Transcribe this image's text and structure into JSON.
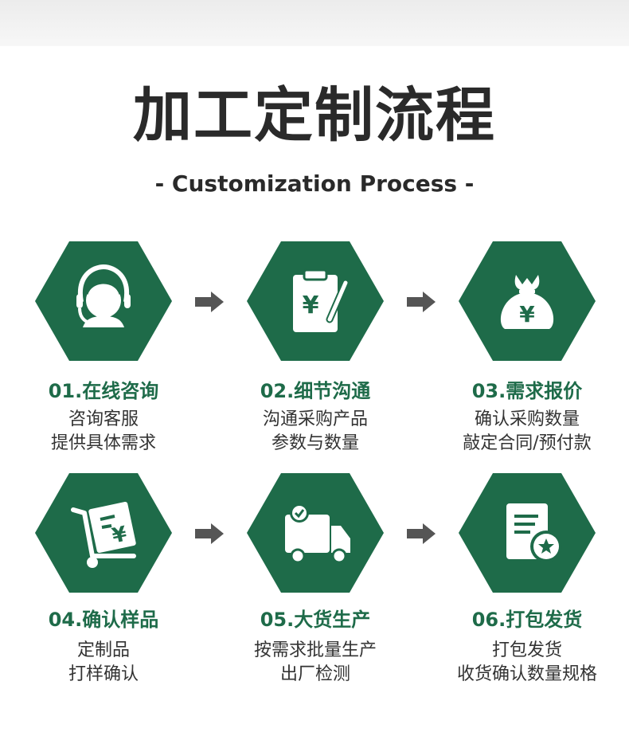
{
  "page": {
    "title": "加工定制流程",
    "subtitle": "- Customization Process -"
  },
  "colors": {
    "hex_green": "#1e6b49",
    "title_green": "#1e6b49",
    "arrow_gray": "#555555",
    "text": "#333333"
  },
  "steps": [
    {
      "title": "01.在线咨询",
      "lines": [
        "咨询客服",
        "提供具体需求"
      ],
      "icon": "headset-agent-icon"
    },
    {
      "title": "02.细节沟通",
      "lines": [
        "沟通采购产品",
        "参数与数量"
      ],
      "icon": "clipboard-yen-icon"
    },
    {
      "title": "03.需求报价",
      "lines": [
        "确认采购数量",
        "敲定合同/预付款"
      ],
      "icon": "money-bag-icon"
    },
    {
      "title": "04.确认样品",
      "lines": [
        "定制品",
        "打样确认"
      ],
      "icon": "cart-invoice-icon"
    },
    {
      "title": "05.大货生产",
      "lines": [
        "按需求批量生产",
        "出厂检测"
      ],
      "icon": "delivery-truck-icon"
    },
    {
      "title": "06.打包发货",
      "lines": [
        "打包发货",
        "收货确认数量规格"
      ],
      "icon": "document-star-icon"
    }
  ]
}
